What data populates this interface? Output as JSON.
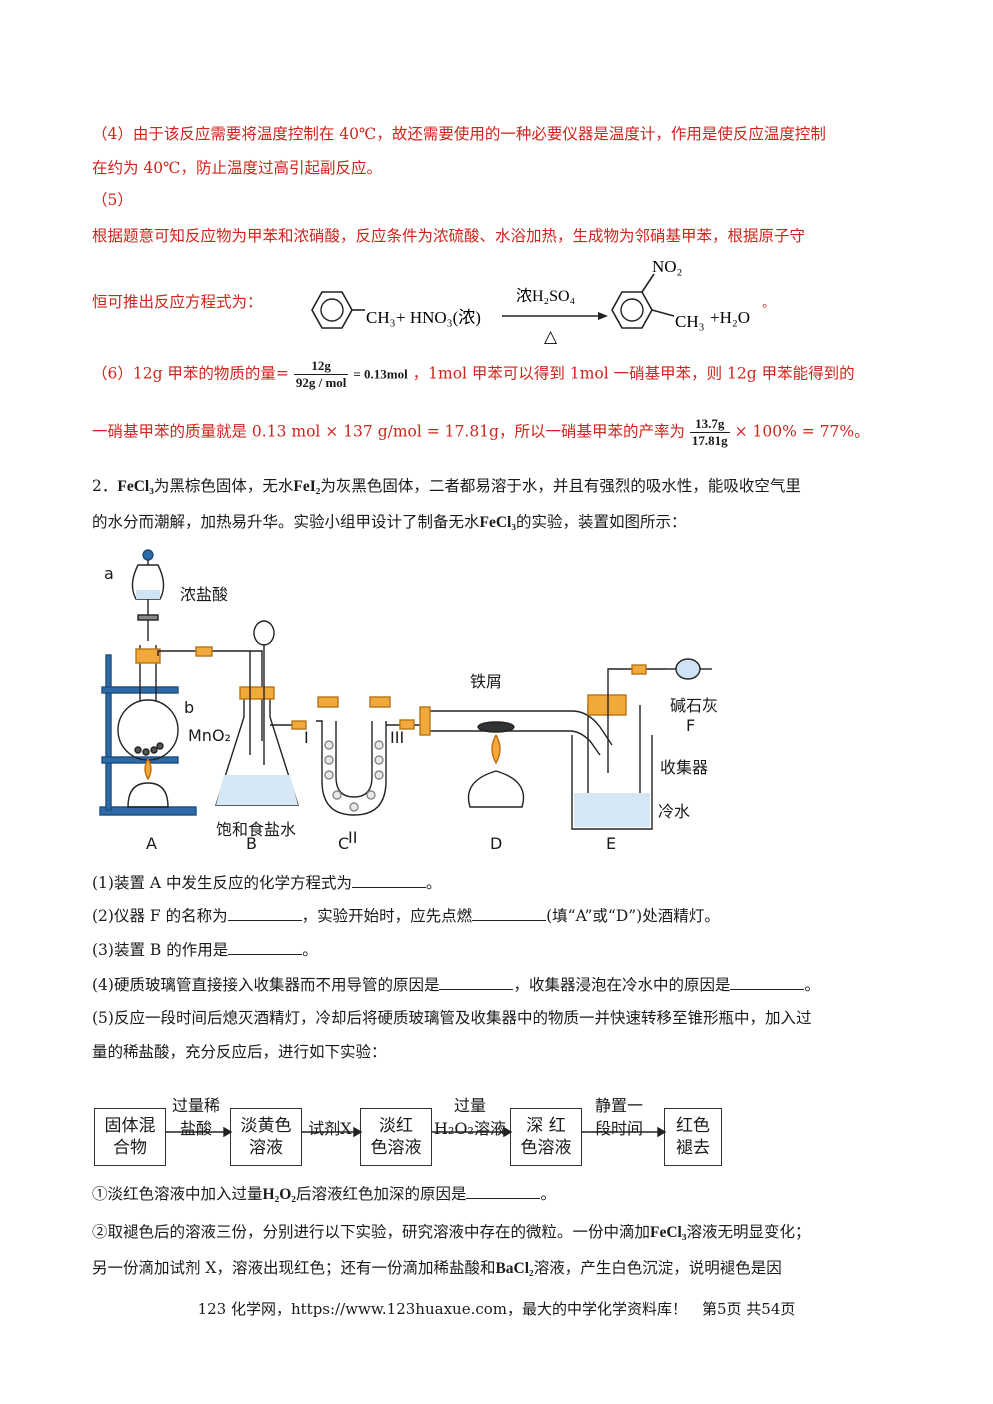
{
  "answers": {
    "p4": "（4）由于该反应需要将温度控制在 40℃，故还需要使用的一种必要仪器是温度计，作用是使反应温度控制",
    "p4b": "在约为 40℃，防止温度过高引起副反应。",
    "p5": "（5）",
    "p5b": "根据题意可知反应物为甲苯和浓硝酸，反应条件为浓硫酸、水浴加热，生成物为邻硝基甲苯，根据原子守",
    "p5c": "恒可推出反应方程式为：",
    "eq": {
      "ch3": "CH₃",
      "plus_hno3": "+ HNO₃(浓)",
      "cond_top": "浓H₂SO₄",
      "cond_bottom": "△",
      "no2": "NO₂",
      "ch3_right": "CH₃",
      "plus_h2o": "+H₂O",
      "degree": "°"
    },
    "p6_prefix": "（6）12g 甲苯的物质的量=",
    "p6_frac_num": "12g",
    "p6_frac_den": "92g / mol",
    "p6_result": "= 0.13mol",
    "p6_suffix": "，1mol 甲苯可以得到 1mol 一硝基甲苯，则 12g 甲苯能得到的",
    "p6b_prefix": "一硝基甲苯的质量就是 0.13 mol × 137 g/mol = 17.81g，所以一硝基甲苯的产率为",
    "p6b_frac_num": "13.7g",
    "p6b_frac_den": "17.81g",
    "p6b_suffix": "× 100% = 77%。"
  },
  "question2": {
    "intro_1a": "2．",
    "fecl3": "FeCl₃",
    "intro_1b": "为黑棕色固体，无水",
    "fei2": "FeI₂",
    "intro_1c": "为灰黑色固体，二者都易溶于水，并且有强烈的吸水性，能吸收空气里",
    "intro_2a": "的水分而潮解，加热易升华。实验小组甲设计了制备无水",
    "intro_2b": "的实验，装置如图所示：",
    "sub1": "(1)装置 A 中发生反应的化学方程式为",
    "sub1_end": "。",
    "sub2a": "(2)仪器 F 的名称为",
    "sub2b": "，实验开始时，应先点燃",
    "sub2c": "(填“A”或“D”)处酒精灯。",
    "sub3a": "(3)装置 B 的作用是",
    "sub3b": "。",
    "sub4a": "(4)硬质玻璃管直接接入收集器而不用导管的原因是",
    "sub4b": "，收集器浸泡在冷水中的原因是",
    "sub4c": "。",
    "sub5a": "(5)反应一段时间后熄灭酒精灯，冷却后将硬质玻璃管及收集器中的物质一并快速转移至锥形瓶中，加入过",
    "sub5b": "量的稀盐酸，充分反应后，进行如下实验：",
    "c1a": "①淡红色溶液中加入过量",
    "h2o2": "H₂O₂",
    "c1b": "后溶液红色加深的原因是",
    "c1c": "。",
    "c2a": "②取褪色后的溶液三份，分别进行以下实验，研究溶液中存在的微粒。一份中滴加",
    "c2b": "溶液无明显变化；",
    "c3a": "另一份滴加试剂 X，溶液出现红色；还有一份滴加稀盐酸和",
    "bacl2": "BaCl₂",
    "c3b": "溶液，产生白色沉淀，说明褪色是因"
  },
  "apparatus": {
    "label_a": "a",
    "label_b": "b",
    "conc_hcl": "浓盐酸",
    "mno2": "MnO₂",
    "sat_nacl": "饱和食盐水",
    "roman1": "I",
    "roman2": "II",
    "roman3": "III",
    "iron": "铁屑",
    "soda_lime": "碱石灰",
    "f": "F",
    "collector": "收集器",
    "cold_water": "冷水",
    "A": "A",
    "B": "B",
    "C": "C",
    "D": "D",
    "E": "E"
  },
  "flow": {
    "boxes": [
      "固体混\n合物",
      "淡黄色\n溶液",
      "淡红\n色溶液",
      "深 红\n色溶液",
      "红色\n褪去"
    ],
    "arrows": [
      {
        "top": "过量稀",
        "bottom": "盐酸"
      },
      {
        "top": "试剂X",
        "bottom": ""
      },
      {
        "top": "过量",
        "bottom": "H₂O₂溶液"
      },
      {
        "top": "静置一",
        "bottom": "段时间"
      }
    ]
  },
  "footer": "123 化学网，https://www.123huaxue.com，最大的中学化学资料库！　第5页  共54页"
}
